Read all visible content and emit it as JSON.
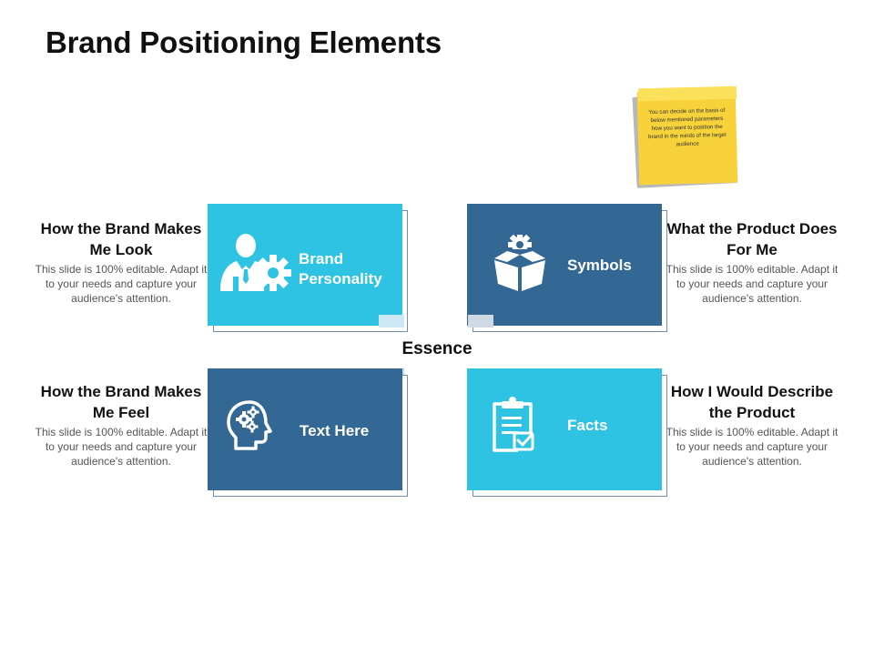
{
  "title": "Brand Positioning Elements",
  "note": {
    "text": "You can decide on the basis of below mentioned parameters how you want to position the brand in the minds of the target audience"
  },
  "center": {
    "label": "Essence"
  },
  "blocks": [
    {
      "heading": "How the Brand Makes Me Look",
      "body": "This slide is 100% editable. Adapt it to your needs and capture your audience's attention."
    },
    {
      "heading": "What the Product Does For Me",
      "body": "This slide is 100% editable. Adapt it to your needs and capture your audience's attention."
    },
    {
      "heading": "How the Brand Makes Me Feel",
      "body": "This slide is 100% editable. Adapt it to your needs and capture your audience's attention."
    },
    {
      "heading": "How I Would Describe the Product",
      "body": "This slide is 100% editable. Adapt it to your needs and capture your audience's attention."
    }
  ],
  "tiles": [
    {
      "label": "Brand Personality",
      "icon": "businessman-gear-icon",
      "color": "#2ec3e3"
    },
    {
      "label": "Symbols",
      "icon": "box-gear-icon",
      "color": "#336794"
    },
    {
      "label": "Text Here",
      "icon": "head-gears-icon",
      "color": "#336794"
    },
    {
      "label": "Facts",
      "icon": "clipboard-check-icon",
      "color": "#2ec3e3"
    }
  ]
}
